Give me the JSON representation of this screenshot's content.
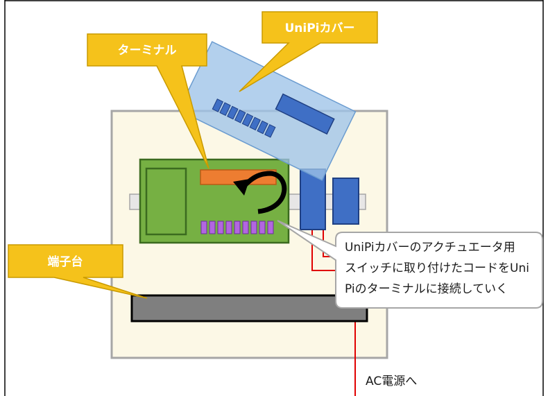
{
  "labels": {
    "terminal": "ターミナル",
    "unipi_cover": "UniPiカバー",
    "terminal_block": "端子台",
    "ac_power": "AC電源へ"
  },
  "note": {
    "lines": [
      "UniPiカバーのアクチュエータ用",
      "スイッチに取り付けたコードをUni",
      "Piのターミナルに接続していく"
    ]
  },
  "colors": {
    "callout_fill": "#f5c21b",
    "callout_stroke": "#c99a00",
    "board_fill": "#76b043",
    "cover_fill": "#9ec3e8",
    "module_fill": "#3f6fc5",
    "terminal_fill": "#ed7d31",
    "switch_fill": "#b266e0",
    "terminal_block_fill": "#7f7f7f",
    "enclosure_fill": "#fcf8e6",
    "wire_color": "#e00000"
  }
}
